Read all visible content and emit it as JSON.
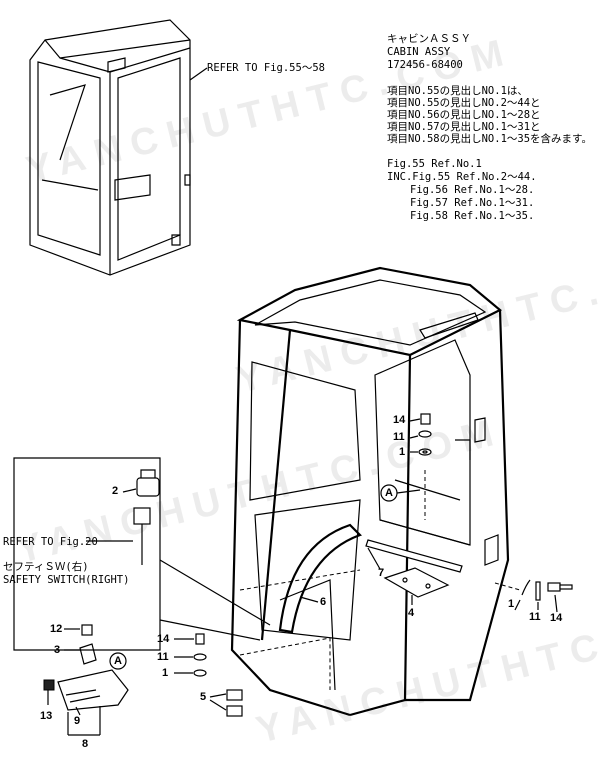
{
  "header": {
    "title_jp": "キャビンＡＳＳＹ",
    "title_en": "CABIN ASSY",
    "part_number": "172456-68400",
    "notes_jp": [
      "項目NO.55の見出しNO.1は、",
      "項目NO.55の見出しNO.2～44と",
      "項目NO.56の見出しNO.1～28と",
      "項目NO.57の見出しNO.1～31と",
      "項目NO.58の見出しNO.1～35を含みます。"
    ],
    "notes_en": [
      "Fig.55 Ref.No.1",
      "INC.Fig.55 Ref.No.2～44.",
      "Fig.56 Ref.No.1～28.",
      "Fig.57 Ref.No.1～31.",
      "Fig.58 Ref.No.1～35."
    ]
  },
  "labels": {
    "refer_fig55_58": "REFER TO Fig.55～58",
    "refer_fig20": "REFER TO Fig.20",
    "safety_switch_jp": "セフティＳＷ(右)",
    "safety_switch_en": "SAFETY SWITCH(RIGHT)"
  },
  "callouts": {
    "c1_right": "1",
    "c1_inner": "1",
    "c1_left": "1",
    "c2": "2",
    "c3": "3",
    "c4": "4",
    "c5": "5",
    "c6": "6",
    "c7": "7",
    "c8": "8",
    "c9": "9",
    "c11_right": "11",
    "c11_inner": "11",
    "c11_left": "11",
    "c12": "12",
    "c13": "13",
    "c14_right": "14",
    "c14_inner": "14",
    "c14_left": "14",
    "ref_A_1": "A",
    "ref_A_2": "A"
  },
  "watermark": "YANCHUTHTC.COM"
}
